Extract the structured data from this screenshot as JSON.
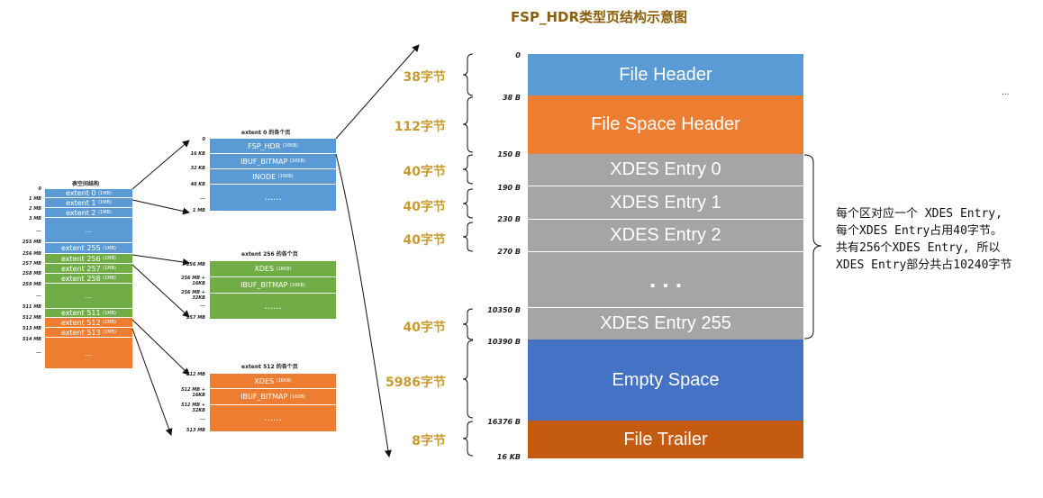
{
  "title": "FSP_HDR类型页结构示意图",
  "main": {
    "blocks": [
      {
        "label": "File Header"
      },
      {
        "label": "File Space Header"
      },
      {
        "label": "XDES Entry 0"
      },
      {
        "label": "XDES Entry 1"
      },
      {
        "label": "XDES Entry 2"
      },
      {
        "label": ". . ."
      },
      {
        "label": "XDES Entry 255"
      },
      {
        "label": "Empty Space"
      },
      {
        "label": "File Trailer"
      }
    ],
    "offsets": [
      "0",
      "38 B",
      "150 B",
      "190 B",
      "230 B",
      "270 B",
      "10350 B",
      "10390 B",
      "16376 B",
      "16 KB"
    ],
    "sizes": [
      "38字节",
      "112字节",
      "40字节",
      "40字节",
      "40字节",
      "40字节",
      "5986字节",
      "8字节"
    ],
    "note": "每个区对应一个 XDES Entry,\n每个XDES Entry占用40字节。\n共有256个XDES Entry, 所以\nXDES Entry部分共占10240字节",
    "corner_ellipsis": "..."
  },
  "tablespace": {
    "caption": "表空间结构",
    "labels": [
      "0",
      "1 MB",
      "2 MB",
      "3 MB",
      "...",
      "255 MB",
      "256 MB",
      "257 MB",
      "258 MB",
      "259 MB",
      "...",
      "511 MB",
      "512 MB",
      "513 MB",
      "514 MB",
      "..."
    ],
    "extents": [
      "extent 0",
      "extent 1",
      "extent 2",
      "...",
      "extent 255",
      "extent 256",
      "extent 257",
      "extent 258",
      "...",
      "extent 511",
      "extent 512",
      "extent 513",
      "..."
    ],
    "size_tag": "(1MB)"
  },
  "group0": {
    "caption": "extent 0 的各个页",
    "labels": [
      "0",
      "16 KB",
      "32 KB",
      "48 KB",
      "...",
      "1 MB"
    ],
    "pages": [
      "FSP_HDR",
      "IBUF_BITMAP",
      "INODE",
      "......"
    ],
    "size_tag": "(16KB)"
  },
  "group256": {
    "caption": "extent 256 的各个页",
    "labels": [
      "256 MB",
      "256 MB + 16KB",
      "256 MB + 32KB",
      "...",
      "257 MB"
    ],
    "pages": [
      "XDES",
      "IBUF_BITMAP",
      "......"
    ],
    "size_tag": "(16KB)"
  },
  "group512": {
    "caption": "extent 512 的各个页",
    "labels": [
      "512 MB",
      "512 MB + 16KB",
      "512 MB + 32KB",
      "...",
      "513 MB"
    ],
    "pages": [
      "XDES",
      "IBUF_BITMAP",
      "......"
    ],
    "size_tag": "(16KB)"
  },
  "colors": {
    "blue": "#5b9bd5",
    "orange": "#ed7d31",
    "grey": "#a5a5a5",
    "dark_blue": "#4472c4",
    "dark_orange": "#c55a11",
    "green": "#70ad47",
    "title": "#8c5e0c",
    "size_text": "#c99a2e"
  }
}
